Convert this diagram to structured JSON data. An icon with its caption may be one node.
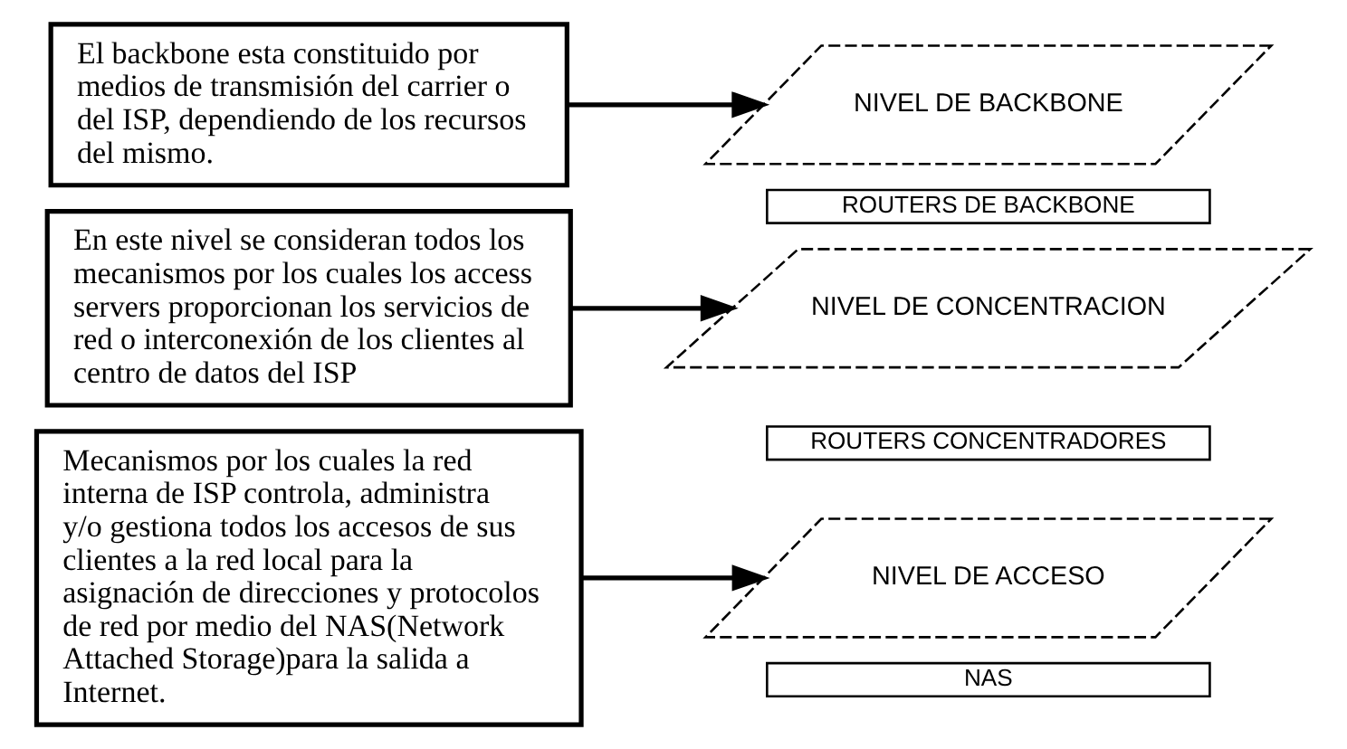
{
  "diagram": {
    "nodes": [
      {
        "text": [
          "El backbone esta constituido por medios de transmisión del carrier o del ISP, dependiendo de los recursos del mismo."
        ]
      },
      {
        "text": [
          "En este nivel se consideran todos los mecanismos por los cuales los access servers proporcionan los servicios de red o interconexión de los clientes al centro de datos del ISP"
        ]
      },
      {
        "text": [
          "Mecanismos por los cuales la red interna de ISP controla, administra y/o gestiona todos los accesos de sus clientes a la red local para la asignación de direcciones y protocolos de red por medio del NAS(Network Attached Storage)para la salida a Internet."
        ]
      },
      {
        "text": [
          "NIVEL DE BACKBONE"
        ]
      },
      {
        "text": [
          "ROUTERS DE BACKBONE"
        ]
      },
      {
        "text": [
          "NIVEL DE CONCENTRACION"
        ]
      },
      {
        "text": [
          "ROUTERS CONCENTRADORES"
        ]
      },
      {
        "text": [
          "NIVEL DE ACCESO"
        ]
      },
      {
        "text": [
          "NAS"
        ]
      }
    ],
    "edges": [
      {
        "from": 0,
        "to": 3,
        "arrow": "to"
      },
      {
        "from": 1,
        "to": 5,
        "arrow": "to"
      },
      {
        "from": 2,
        "to": 7,
        "arrow": "to"
      }
    ]
  }
}
